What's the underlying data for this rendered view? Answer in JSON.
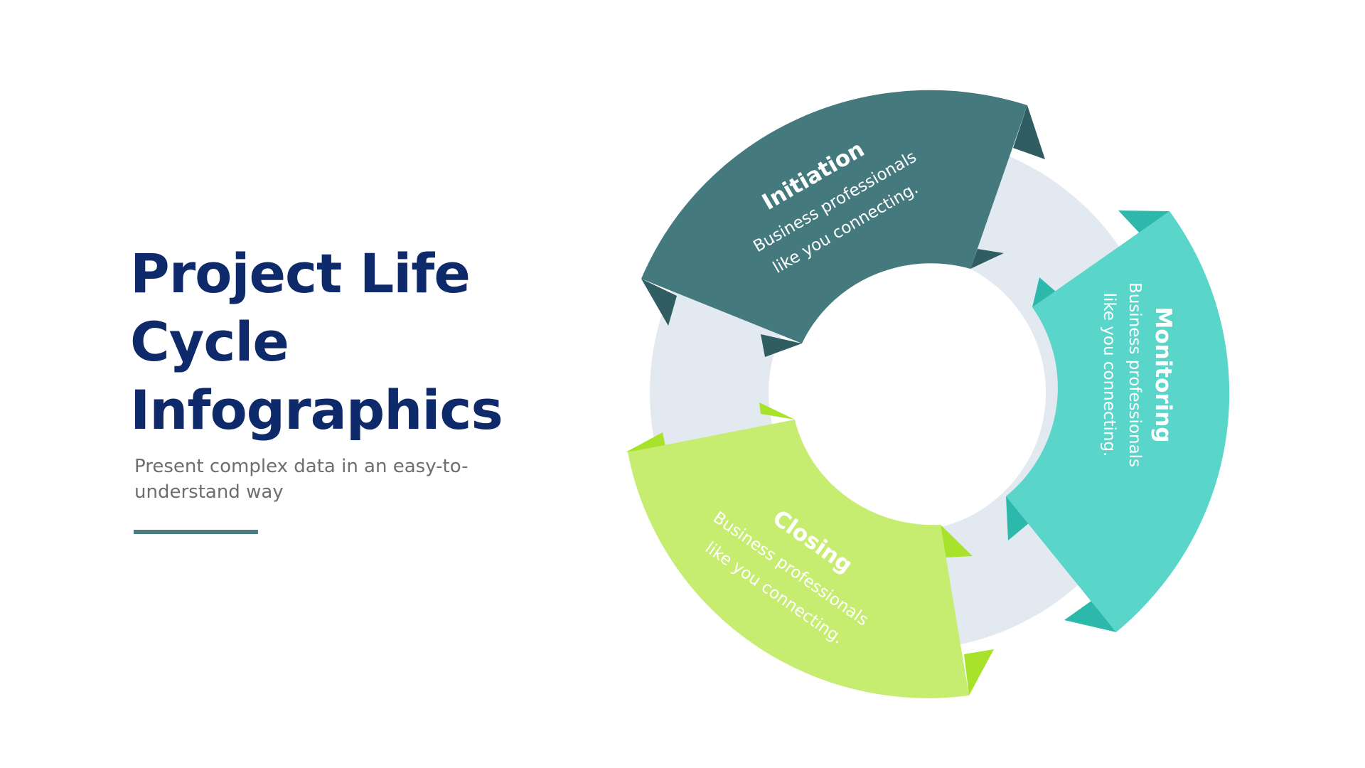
{
  "title": {
    "lines": [
      "Project Life",
      "Cycle",
      "Infographics"
    ]
  },
  "subtitle": "Present complex data in an easy-to-understand way",
  "colors": {
    "title": "#0E2A6B",
    "subtitle": "#6E6E6E",
    "divider": "#4A7C80",
    "ring": "#E2E9F0"
  },
  "stages": [
    {
      "id": "initiation",
      "title": "Initiation",
      "body_lines": [
        "Business professionals",
        "like you connecting."
      ],
      "color": "#447A7E",
      "fold_color": "#2F5D61"
    },
    {
      "id": "monitoring",
      "title": "Monitoring",
      "body_lines": [
        "Business professionals",
        "like you connecting."
      ],
      "color": "#5AD5C9",
      "fold_color": "#2DB8AC"
    },
    {
      "id": "closing",
      "title": "Closing",
      "body_lines": [
        "Business professionals",
        "like you connecting."
      ],
      "color": "#C7ED70",
      "fold_color": "#A8E22A"
    }
  ]
}
